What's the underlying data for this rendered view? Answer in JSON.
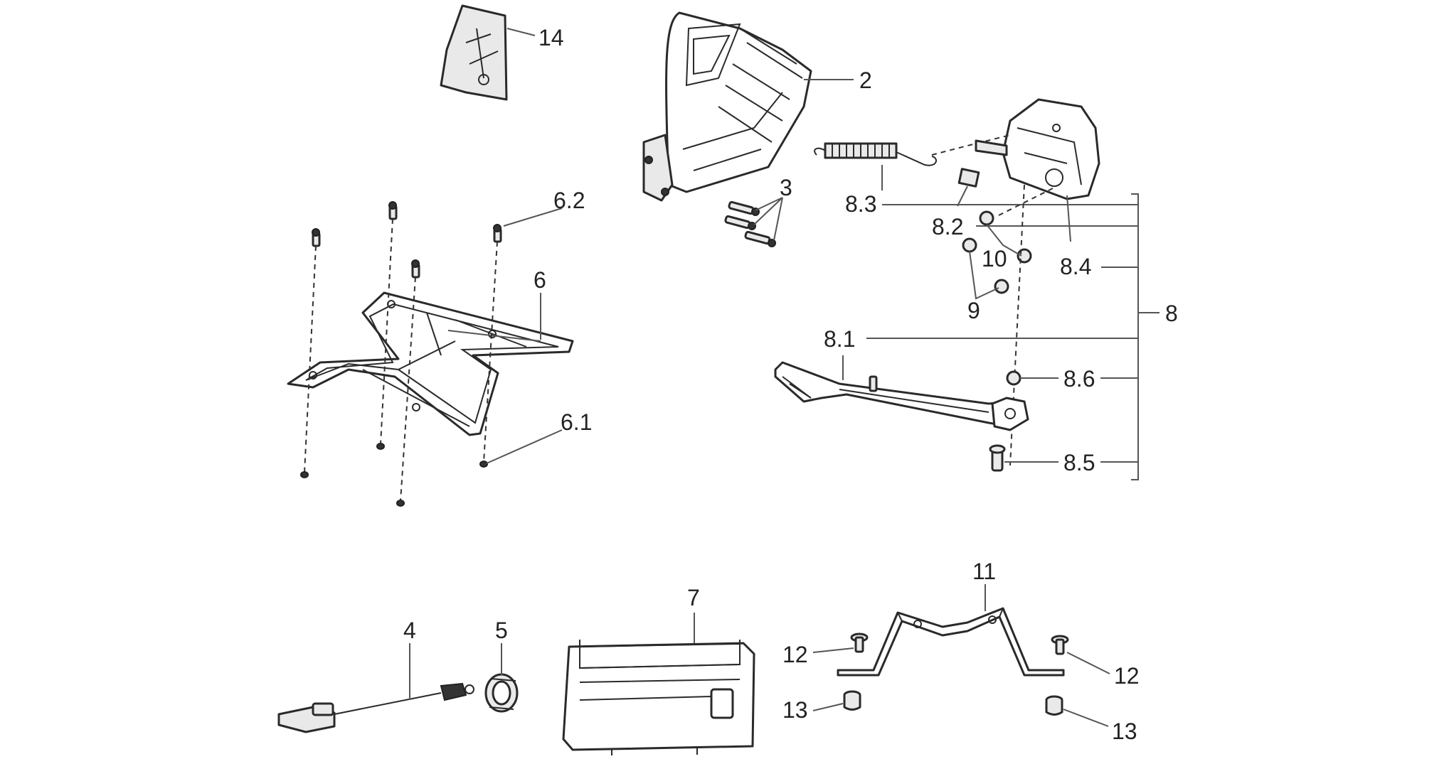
{
  "diagram": {
    "colors": {
      "line": "#2a2a2a",
      "leader": "#555555",
      "background": "#ffffff"
    },
    "callouts": {
      "p14": "14",
      "p2": "2",
      "p3": "3",
      "p6_2": "6.2",
      "p6": "6",
      "p6_1": "6.1",
      "p8_3": "8.3",
      "p8_2": "8.2",
      "p10": "10",
      "p8_4": "8.4",
      "p9": "9",
      "p8": "8",
      "p8_1": "8.1",
      "p8_6": "8.6",
      "p8_5": "8.5",
      "p11": "11",
      "p7": "7",
      "p4": "4",
      "p5": "5",
      "p12_left": "12",
      "p12_right": "12",
      "p13_left": "13",
      "p13_right": "13"
    }
  }
}
